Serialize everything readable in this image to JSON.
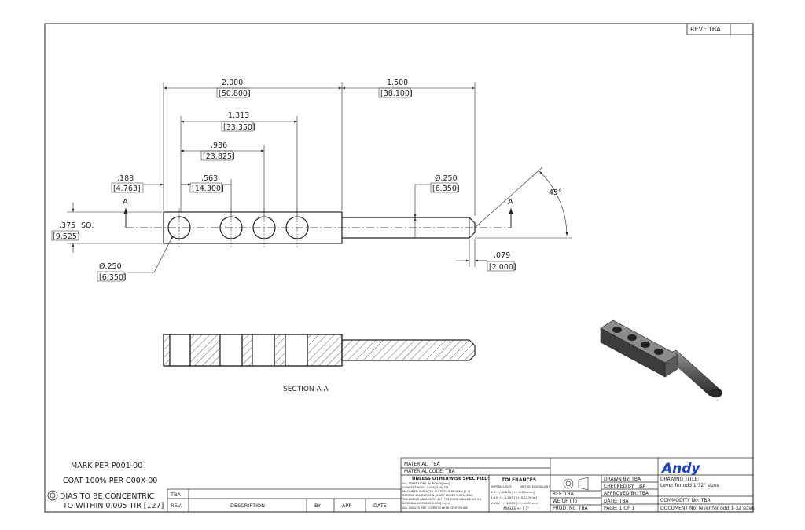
{
  "revision": "REV.: TBA",
  "dimensions": {
    "overall_body": {
      "inch": "2.000",
      "mm": "[50.800]"
    },
    "shaft_length": {
      "inch": "1.500",
      "mm": "[38.100]"
    },
    "third_hole": {
      "inch": "1.313",
      "mm": "[33.350]"
    },
    "second_hole": {
      "inch": ".936",
      "mm": "[23.825]"
    },
    "hole_pitch": {
      "inch": ".563",
      "mm": "[14.300]"
    },
    "first_hole": {
      "inch": ".188",
      "mm": "[4.763]"
    },
    "shaft_dia": {
      "inch": "Ø.250",
      "mm": "[6.350]"
    },
    "hole_dia": {
      "inch": "Ø.250",
      "mm": "[6.350]"
    },
    "square": {
      "inch": ".375",
      "sq": "SQ.",
      "mm": "[9.525]"
    },
    "chamfer": {
      "inch": ".079",
      "mm": "[2.000]"
    },
    "angle": "45°"
  },
  "section_letter": "A",
  "section_label": "SECTION A-A",
  "notes": [
    "MARK PER P001-00",
    "COAT 100% PER C00X-00",
    "DIAS TO BE CONCENTRIC",
    "TO WITHIN 0.005 TIR [127]"
  ],
  "revision_table": {
    "row_value": "TBA",
    "headers": {
      "rev": "REV.",
      "description": "DESCRIPTION",
      "by": "BY",
      "app": "APP",
      "date": "DATE"
    }
  },
  "title_block": {
    "material": "MATERIAL: TBA",
    "material_code": "MATERIAL CODE: TBA",
    "unless_specified": "UNLESS OTHERWISE SPECIFIED:",
    "spec_lines": [
      "ALL DIMENSIONS IN INCHES[mm]",
      "CONCENTRICITY 0.005[.254] TIR",
      "MACHINED SURFACES  ALL EDGES BROKEN [0.4]",
      "REMOVE ALL BURRS & SHARP EDGES 0.015[.381]",
      "TOL LINEAR ANGLES TO 45°, THE EDGE ANGLES 1/2 ±0",
      "INTERNAL CORNERS 0.005[.1mm]",
      "ALL ANGLES ARE COMMON WITH CENTERLINE"
    ],
    "tolerances_title": "TOLERANCES",
    "tol_headers": [
      "IMPERIAL SIZE",
      "METRIC EQUIVALENT"
    ],
    "tol_rows": [
      "X.X  +/- 0.010  [+/- 0.254mm]",
      "X.XX  +/- 0.005  [+/- 0.127mm]",
      "X.XXX +/- 0.002  [+/- 0.051mm]"
    ],
    "angles": "ANGLES +/- 0.5°",
    "company": "Andy",
    "drawn_by": "DRAWN BY: TBA",
    "checked_by": "CHECKED BY: TBA",
    "approved_by": "APPROVED BY: TBA",
    "date": "DATE: TBA",
    "page": "PAGE: 1  OF  1",
    "ref": "REF: TBA",
    "weight": "WEIGHT:lb",
    "prod_no": "PROD. No. TBA",
    "drawing_title_label": "DRAWING TITLE:",
    "drawing_title": "Lever for odd 1/32\" sizes",
    "commodity": "COMMODITY No: TBA",
    "document": "DOCUMENT No: lever for odd 1-32 sizes"
  },
  "colors": {
    "line": "#222222",
    "company": "#1a3fd6",
    "iso_body": "#3c3c3c"
  }
}
